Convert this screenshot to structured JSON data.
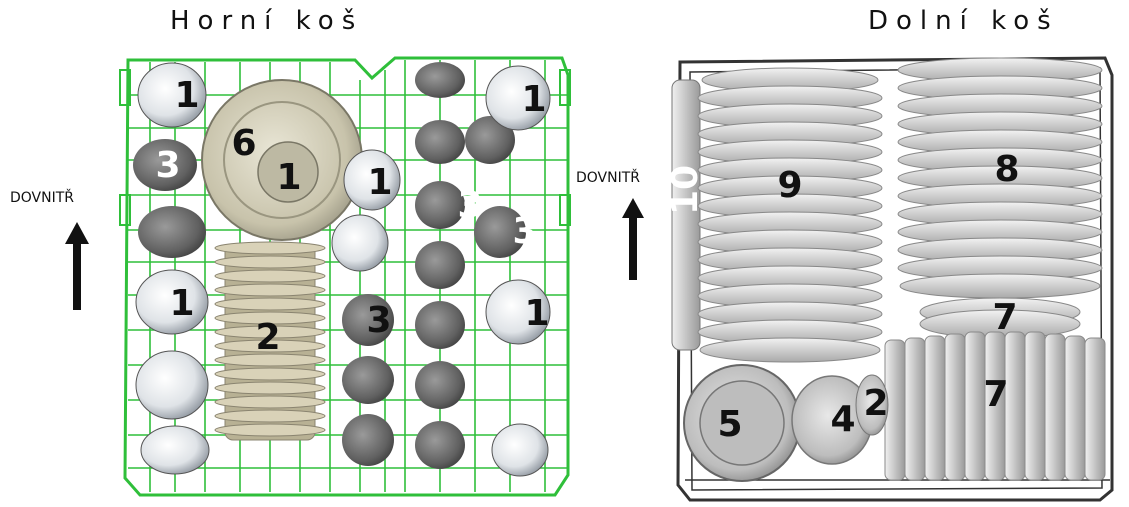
{
  "upper_basket": {
    "title": "Horní koš",
    "direction_label": "DOVNITŘ",
    "labels": [
      "1",
      "6",
      "1",
      "3",
      "1",
      "1",
      "3",
      "3",
      "1",
      "2",
      "3",
      "1"
    ]
  },
  "lower_basket": {
    "title": "Dolní koš",
    "direction_label": "DOVNITŘ",
    "labels": [
      "10",
      "9",
      "8",
      "7",
      "7",
      "5",
      "4",
      "2"
    ]
  },
  "colors": {
    "rack_green": "#2fbf3a",
    "lower_rack": "#333333",
    "plate": "#d9d9d9",
    "cup": "#e6e9ec",
    "glass": "#6f6f6f",
    "bowl_beige": "#d9d2b8"
  }
}
